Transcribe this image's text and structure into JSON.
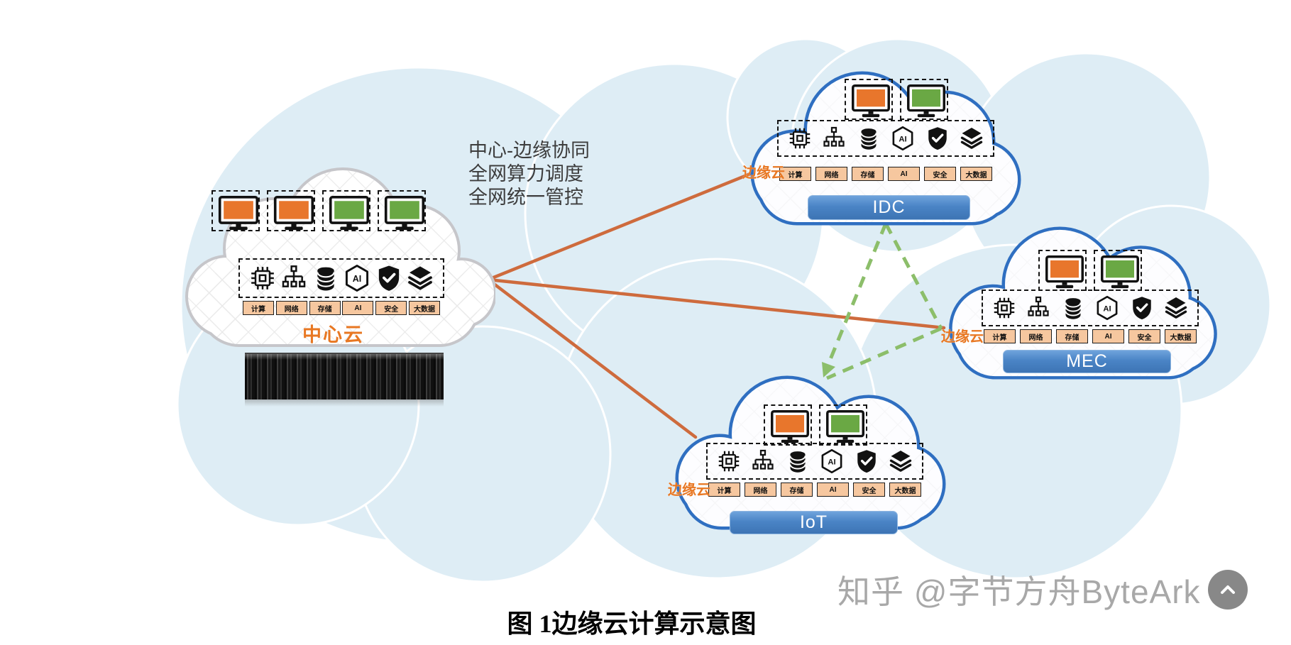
{
  "figure": {
    "caption": "图 1边缘云计算示意图",
    "watermark_text": "知乎 @字节方舟ByteArk"
  },
  "annotation": {
    "line1": "中心-边缘协同",
    "line2": "全网算力调度",
    "line3": "全网统一管控"
  },
  "center_cloud": {
    "label": "中心云"
  },
  "edge_role_label": "边缘云",
  "edge_clouds": {
    "idc": {
      "name": "IDC"
    },
    "mec": {
      "name": "MEC"
    },
    "iot": {
      "name": "IoT"
    }
  },
  "services": [
    "计算",
    "网络",
    "存储",
    "AI",
    "安全",
    "大数据"
  ],
  "icons": {
    "ai_label": "AI",
    "names": [
      "cpu-icon",
      "network-topology-icon",
      "database-icon",
      "ai-hexagon-icon",
      "shield-check-icon",
      "layers-icon",
      "monitor-icon"
    ]
  },
  "colors": {
    "orange_accent": "#E87722",
    "connector_orange": "#CE6B3D",
    "connector_green": "#8CBE6A",
    "bar_blue": "#4A84C6",
    "edge_cloud_border": "#2F6FC1",
    "chip_fill": "#F6C79F",
    "monitor_orange": "#E8762C",
    "monitor_green": "#6AA844",
    "background_cloud": "#DEEDF5"
  }
}
